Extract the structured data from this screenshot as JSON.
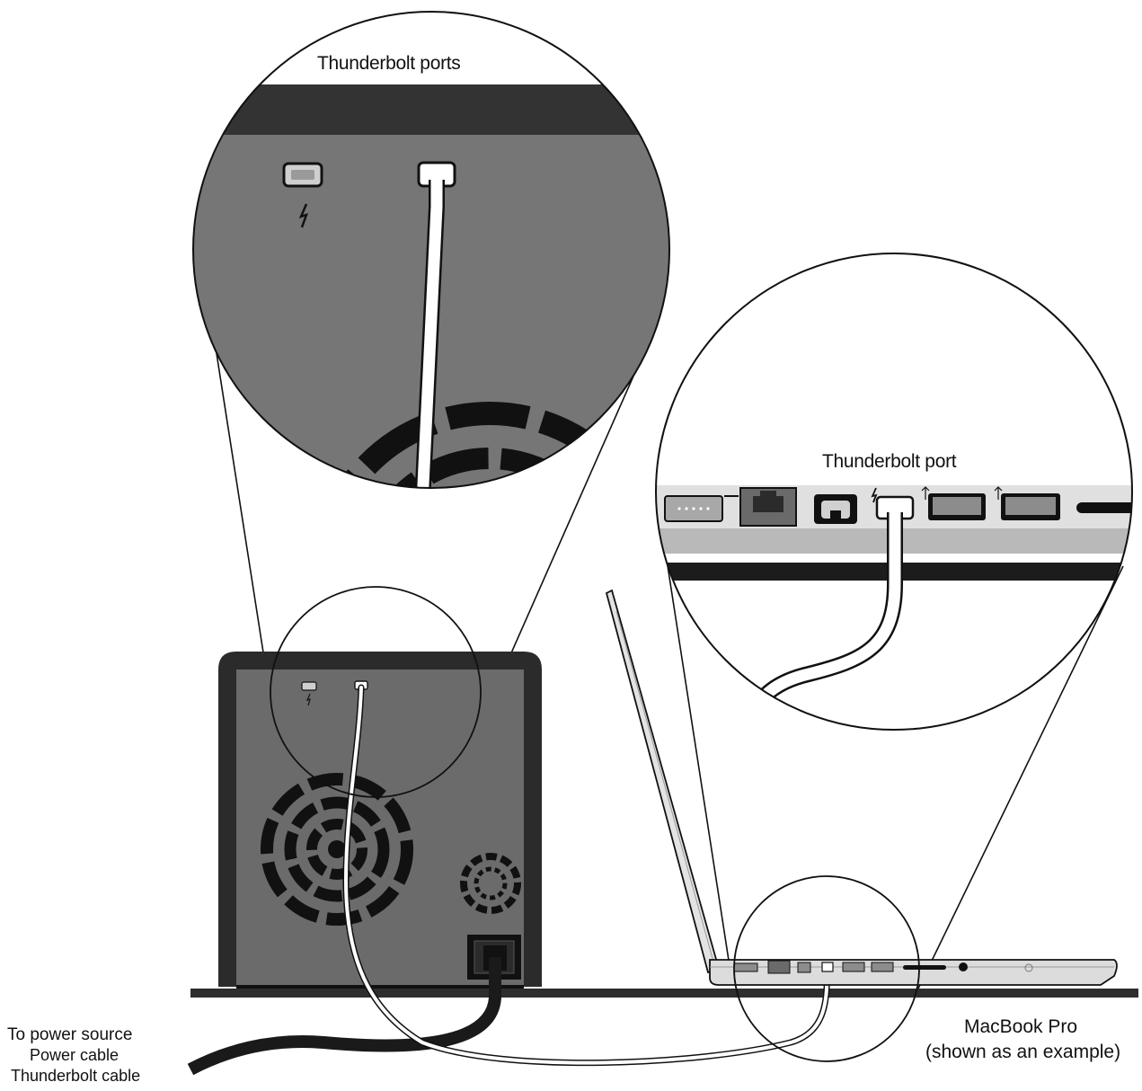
{
  "labels": {
    "thunderbolt_ports": "Thunderbolt ports",
    "thunderbolt_port": "Thunderbolt port",
    "to_power_source": "To power source",
    "power_cable": "Power cable",
    "thunderbolt_cable": "Thunderbolt cable",
    "macbook_pro": "MacBook Pro",
    "shown_as_example": "(shown as an example)"
  },
  "icons": {
    "thunderbolt": "thunderbolt-icon",
    "usb": "usb-icon",
    "ethernet": "ethernet-port-icon",
    "firewire": "firewire-port-icon",
    "fan": "fan-grille-icon",
    "power": "power-socket-icon"
  },
  "colors": {
    "ink": "#111111",
    "device_body": "#2b2b2b",
    "device_panel": "#6b6b6b",
    "zoom_panel": "#767676",
    "laptop_body": "#d9d9d9",
    "port_fill": "#8c8c8c",
    "cable": "#ffffff",
    "power_cable": "#1a1a1a"
  }
}
